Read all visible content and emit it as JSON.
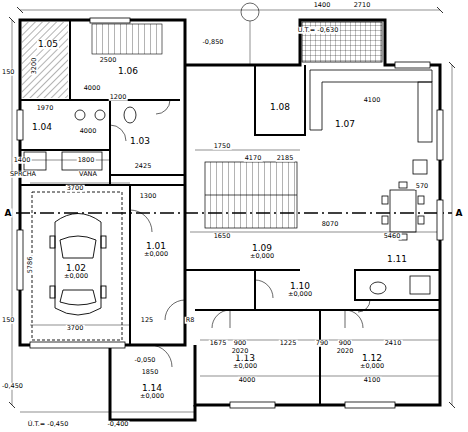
{
  "diagram": {
    "nodes": [
      {
        "text": [
          "1.05"
        ]
      },
      {
        "text": [
          "1.06"
        ]
      },
      {
        "text": [
          "1.08"
        ]
      },
      {
        "text": [
          "1.07"
        ]
      },
      {
        "text": [
          "1.04"
        ]
      },
      {
        "text": [
          "1.03"
        ]
      },
      {
        "text": [
          "1.09",
          "±0,000"
        ]
      },
      {
        "text": [
          "1.01",
          "±0,000"
        ]
      },
      {
        "text": [
          "1.02",
          "±0,000"
        ]
      },
      {
        "text": [
          "1.10",
          "±0,000"
        ]
      },
      {
        "text": [
          "1.11"
        ]
      },
      {
        "text": [
          "1.13",
          "±0,000"
        ]
      },
      {
        "text": [
          "1.12",
          "±0,000"
        ]
      },
      {
        "text": [
          "1.14",
          "±0,000"
        ]
      }
    ],
    "labels": [
      "A",
      "A",
      "Ú.T.= -0,630",
      "1400",
      "2710",
      "-0,850",
      "3200",
      "2500",
      "4000",
      "1970",
      "1200",
      "4000",
      "1400",
      "1800",
      "SPRCHA",
      "VANA",
      "2425",
      "3700",
      "1300",
      "1750",
      "4170",
      "2185",
      "4100",
      "570",
      "8070",
      "1650",
      "5460",
      "5786",
      "3700",
      "125",
      "R8",
      "1675",
      "900",
      "2020",
      "1225",
      "790",
      "900",
      "2020",
      "2410",
      "4000",
      "4100",
      "-0,050",
      "1850",
      "-0,400",
      "Ú.T.= -0,450",
      "-0,450",
      "150",
      "150"
    ]
  }
}
